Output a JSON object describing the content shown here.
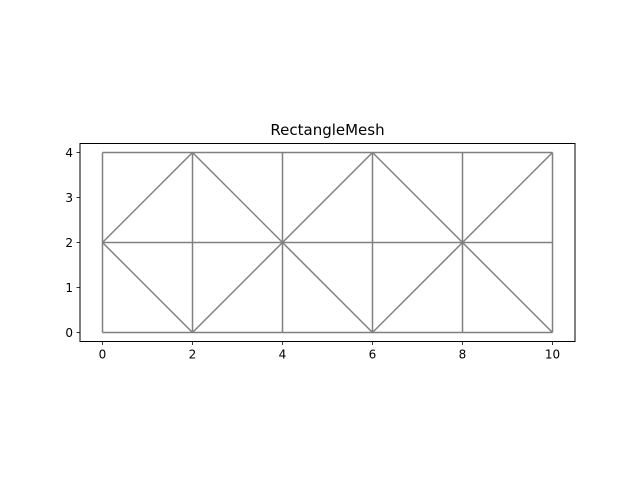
{
  "chart_data": {
    "type": "mesh",
    "title": "RectangleMesh",
    "xlim": [
      -0.5,
      10.5
    ],
    "ylim": [
      -0.2,
      4.2
    ],
    "xticks": [
      0,
      2,
      4,
      6,
      8,
      10
    ],
    "yticks": [
      0,
      1,
      2,
      3,
      4
    ],
    "edge_color": "#808080",
    "nodes": [
      [
        0,
        0
      ],
      [
        2,
        0
      ],
      [
        4,
        0
      ],
      [
        6,
        0
      ],
      [
        8,
        0
      ],
      [
        10,
        0
      ],
      [
        0,
        2
      ],
      [
        2,
        2
      ],
      [
        4,
        2
      ],
      [
        6,
        2
      ],
      [
        8,
        2
      ],
      [
        10,
        2
      ],
      [
        0,
        4
      ],
      [
        2,
        4
      ],
      [
        4,
        4
      ],
      [
        6,
        4
      ],
      [
        8,
        4
      ],
      [
        10,
        4
      ]
    ],
    "edges": [
      [
        [
          0,
          0
        ],
        [
          10,
          0
        ]
      ],
      [
        [
          0,
          2
        ],
        [
          10,
          2
        ]
      ],
      [
        [
          0,
          4
        ],
        [
          10,
          4
        ]
      ],
      [
        [
          0,
          0
        ],
        [
          0,
          4
        ]
      ],
      [
        [
          2,
          0
        ],
        [
          2,
          4
        ]
      ],
      [
        [
          4,
          0
        ],
        [
          4,
          4
        ]
      ],
      [
        [
          6,
          0
        ],
        [
          6,
          4
        ]
      ],
      [
        [
          8,
          0
        ],
        [
          8,
          4
        ]
      ],
      [
        [
          10,
          0
        ],
        [
          10,
          4
        ]
      ],
      [
        [
          0,
          2
        ],
        [
          2,
          0
        ]
      ],
      [
        [
          2,
          0
        ],
        [
          4,
          2
        ]
      ],
      [
        [
          4,
          2
        ],
        [
          6,
          0
        ]
      ],
      [
        [
          6,
          0
        ],
        [
          8,
          2
        ]
      ],
      [
        [
          8,
          2
        ],
        [
          10,
          0
        ]
      ],
      [
        [
          0,
          2
        ],
        [
          2,
          4
        ]
      ],
      [
        [
          2,
          4
        ],
        [
          4,
          2
        ]
      ],
      [
        [
          4,
          2
        ],
        [
          6,
          4
        ]
      ],
      [
        [
          6,
          4
        ],
        [
          8,
          2
        ]
      ],
      [
        [
          8,
          2
        ],
        [
          10,
          4
        ]
      ]
    ]
  }
}
